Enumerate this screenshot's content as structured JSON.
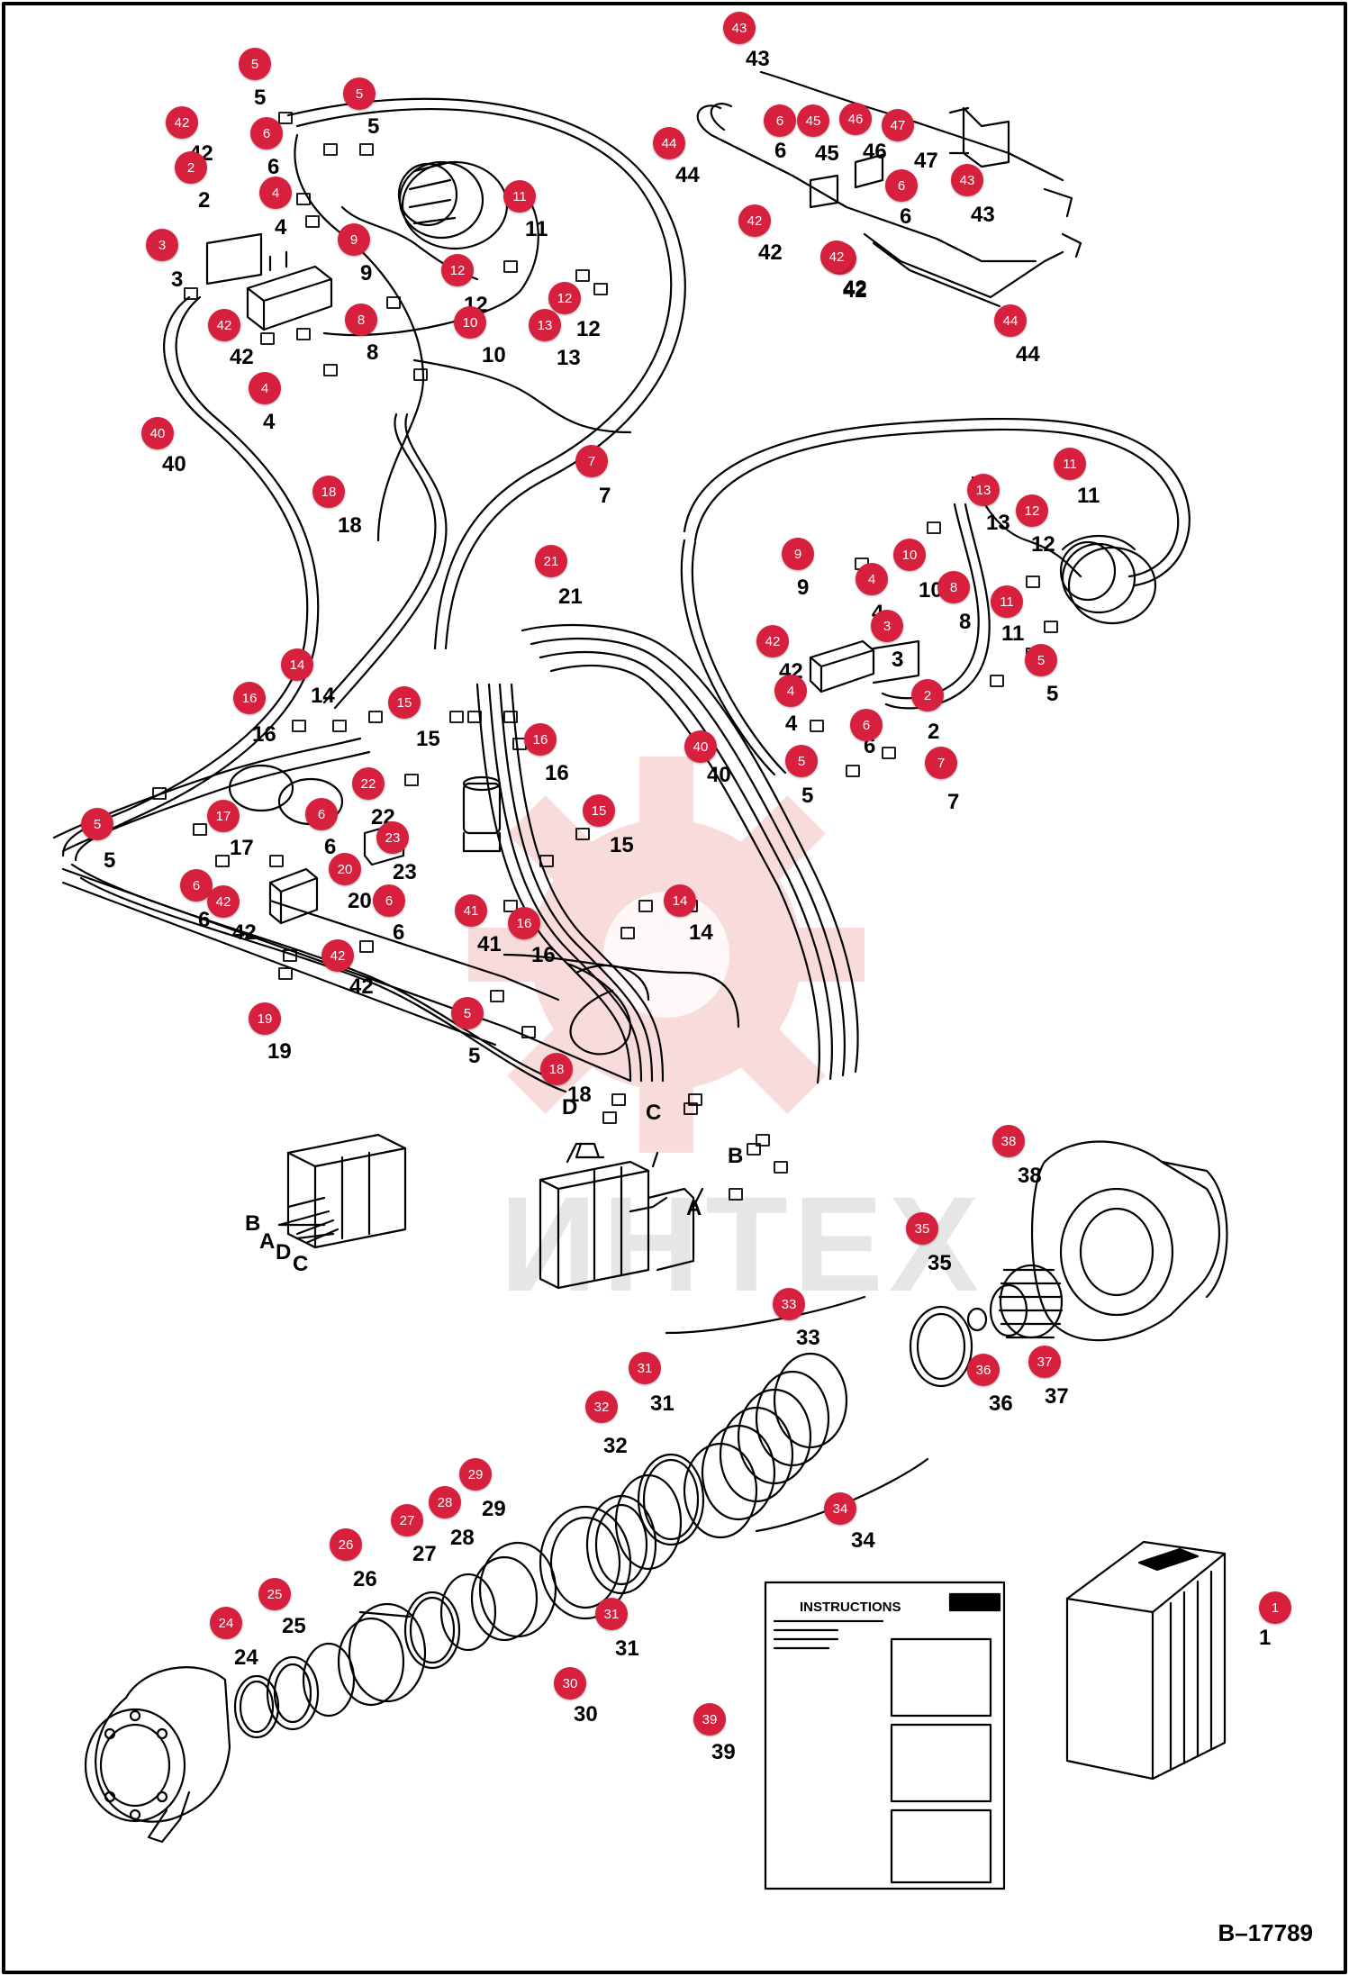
{
  "figure_id": "B–17789",
  "watermark": "ИНТЕХ",
  "instruction_sheet_title": "INSTRUCTIONS",
  "callouts": [
    {
      "n": "1"
    },
    {
      "n": "2"
    },
    {
      "n": "2"
    },
    {
      "n": "3"
    },
    {
      "n": "3"
    },
    {
      "n": "4"
    },
    {
      "n": "4"
    },
    {
      "n": "4"
    },
    {
      "n": "4"
    },
    {
      "n": "5"
    },
    {
      "n": "5"
    },
    {
      "n": "5"
    },
    {
      "n": "5"
    },
    {
      "n": "5"
    },
    {
      "n": "5"
    },
    {
      "n": "6"
    },
    {
      "n": "6"
    },
    {
      "n": "6"
    },
    {
      "n": "6"
    },
    {
      "n": "6"
    },
    {
      "n": "6"
    },
    {
      "n": "6"
    },
    {
      "n": "7"
    },
    {
      "n": "7"
    },
    {
      "n": "8"
    },
    {
      "n": "8"
    },
    {
      "n": "9"
    },
    {
      "n": "9"
    },
    {
      "n": "10"
    },
    {
      "n": "10"
    },
    {
      "n": "11"
    },
    {
      "n": "11"
    },
    {
      "n": "11"
    },
    {
      "n": "12"
    },
    {
      "n": "12"
    },
    {
      "n": "12"
    },
    {
      "n": "13"
    },
    {
      "n": "13"
    },
    {
      "n": "14"
    },
    {
      "n": "14"
    },
    {
      "n": "15"
    },
    {
      "n": "15"
    },
    {
      "n": "16"
    },
    {
      "n": "16"
    },
    {
      "n": "16"
    },
    {
      "n": "17"
    },
    {
      "n": "18"
    },
    {
      "n": "18"
    },
    {
      "n": "19"
    },
    {
      "n": "20"
    },
    {
      "n": "21"
    },
    {
      "n": "22"
    },
    {
      "n": "23"
    },
    {
      "n": "24"
    },
    {
      "n": "25"
    },
    {
      "n": "26"
    },
    {
      "n": "27"
    },
    {
      "n": "28"
    },
    {
      "n": "29"
    },
    {
      "n": "30"
    },
    {
      "n": "31"
    },
    {
      "n": "31"
    },
    {
      "n": "32"
    },
    {
      "n": "33"
    },
    {
      "n": "34"
    },
    {
      "n": "35"
    },
    {
      "n": "36"
    },
    {
      "n": "37"
    },
    {
      "n": "38"
    },
    {
      "n": "39"
    },
    {
      "n": "40"
    },
    {
      "n": "40"
    },
    {
      "n": "41"
    },
    {
      "n": "42"
    },
    {
      "n": "42"
    },
    {
      "n": "42"
    },
    {
      "n": "42"
    },
    {
      "n": "42"
    },
    {
      "n": "42"
    },
    {
      "n": "42"
    },
    {
      "n": "42"
    },
    {
      "n": "43"
    },
    {
      "n": "43"
    },
    {
      "n": "44"
    },
    {
      "n": "44"
    },
    {
      "n": "45"
    },
    {
      "n": "46"
    },
    {
      "n": "47"
    }
  ],
  "port_letters": {
    "a": "A",
    "b": "B",
    "c": "C",
    "d": "D",
    "a2": "A",
    "b2": "B",
    "c2": "C",
    "d2": "D"
  },
  "colors": {
    "callout": "#d6203d",
    "line": "#000000",
    "watermark": "#f2b8b8"
  }
}
